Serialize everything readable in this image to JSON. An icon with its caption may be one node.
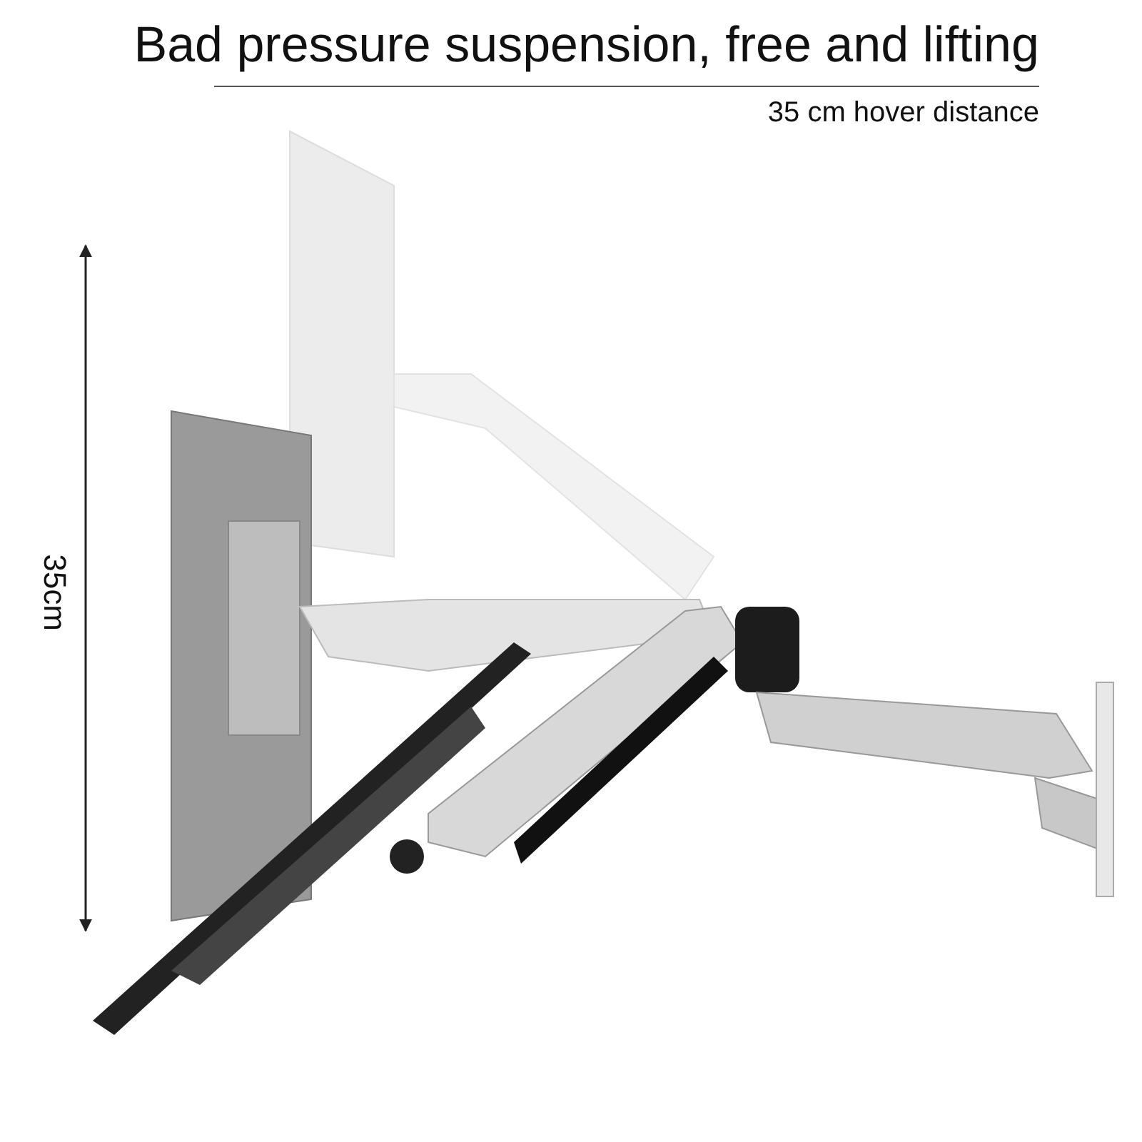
{
  "diagram": {
    "title": "Bad pressure suspension, free and lifting",
    "labels": [
      "35 cm hover distance",
      "35cm"
    ]
  }
}
